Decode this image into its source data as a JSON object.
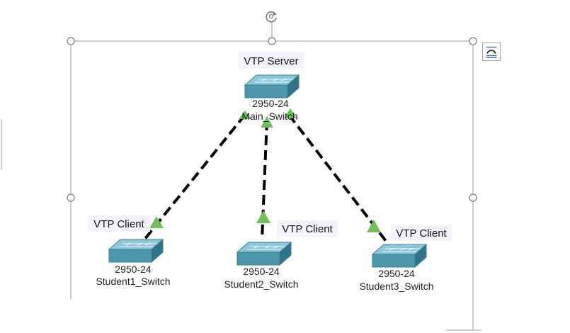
{
  "server": {
    "role": "VTP Server",
    "model": "2950-24",
    "name": "Main_Switch"
  },
  "clients": [
    {
      "role": "VTP Client",
      "model": "2950-24",
      "name": "Student1_Switch"
    },
    {
      "role": "VTP Client",
      "model": "2950-24",
      "name": "Student2_Switch"
    },
    {
      "role": "VTP Client",
      "model": "2950-24",
      "name": "Student3_Switch"
    }
  ],
  "colors": {
    "switch_top": "#7fbfd3",
    "switch_side": "#3f8ca3",
    "link_indicator": "#6ec05a",
    "label_bg": "#f3f3fb"
  },
  "icons": {
    "rotate": "rotate-icon",
    "layout_options": "layout-options-icon"
  }
}
